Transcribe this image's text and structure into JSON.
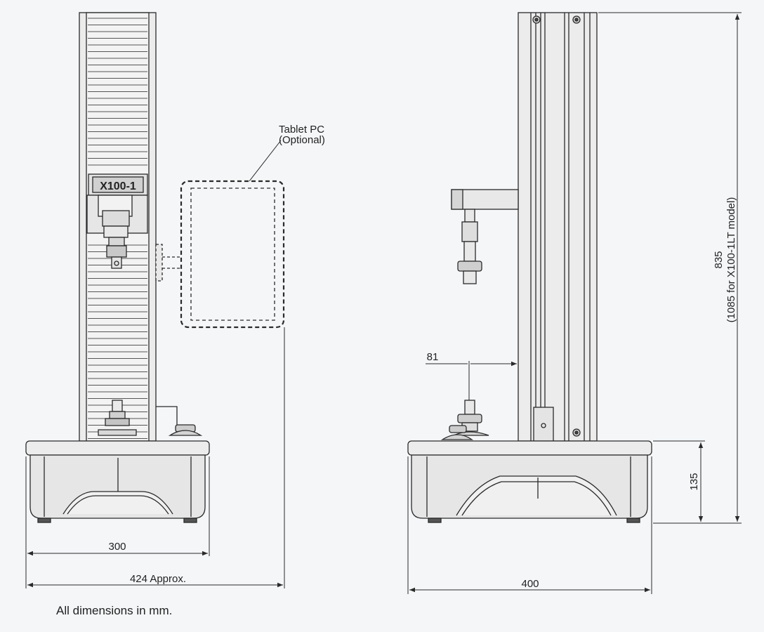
{
  "model_label": "X100-1",
  "callout": {
    "line1": "Tablet PC",
    "line2": "(Optional)"
  },
  "dimensions": {
    "base_width_front": "300",
    "overall_width": "424 Approx.",
    "base_depth_side": "400",
    "arm_offset": "81",
    "base_height": "135",
    "total_height": "835",
    "total_height_alt": "(1085 for X100-1LT model)"
  },
  "footnote": "All dimensions in mm.",
  "colors": {
    "line": "#2a2a2a",
    "fill_light": "#ececec",
    "fill_dark": "#d6d6d6",
    "background": "#f4f6f8"
  }
}
